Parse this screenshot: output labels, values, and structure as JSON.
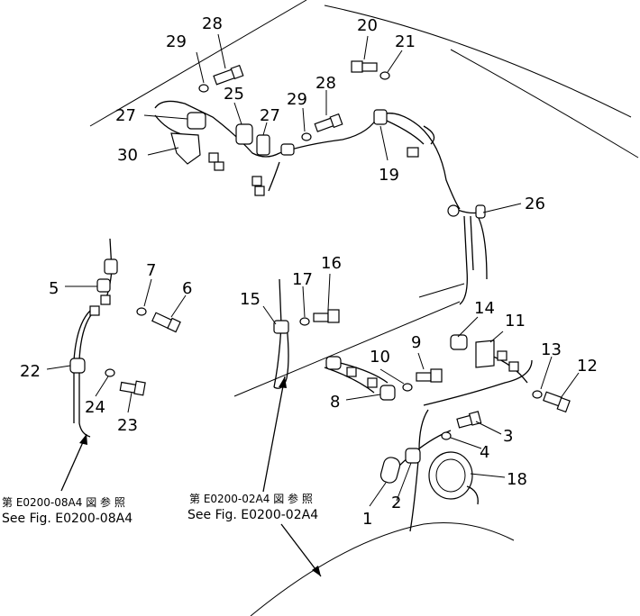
{
  "part_numbers": {
    "p1": "1",
    "p2": "2",
    "p3": "3",
    "p4": "4",
    "p5": "5",
    "p6": "6",
    "p7": "7",
    "p8": "8",
    "p9": "9",
    "p10": "10",
    "p11": "11",
    "p12": "12",
    "p13": "13",
    "p14": "14",
    "p15": "15",
    "p16": "16",
    "p17": "17",
    "p18": "18",
    "p19": "19",
    "p20": "20",
    "p21": "21",
    "p22": "22",
    "p23": "23",
    "p24": "24",
    "p25": "25",
    "p26": "26",
    "p27a": "27",
    "p27b": "27",
    "p28a": "28",
    "p28b": "28",
    "p29a": "29",
    "p29b": "29",
    "p30": "30"
  },
  "references": {
    "left_jp": "第 E0200-08A4 図 参 照",
    "left_en": "See Fig. E0200-08A4",
    "right_jp": "第 E0200-02A4 図 参 照",
    "right_en": "See Fig. E0200-02A4"
  }
}
